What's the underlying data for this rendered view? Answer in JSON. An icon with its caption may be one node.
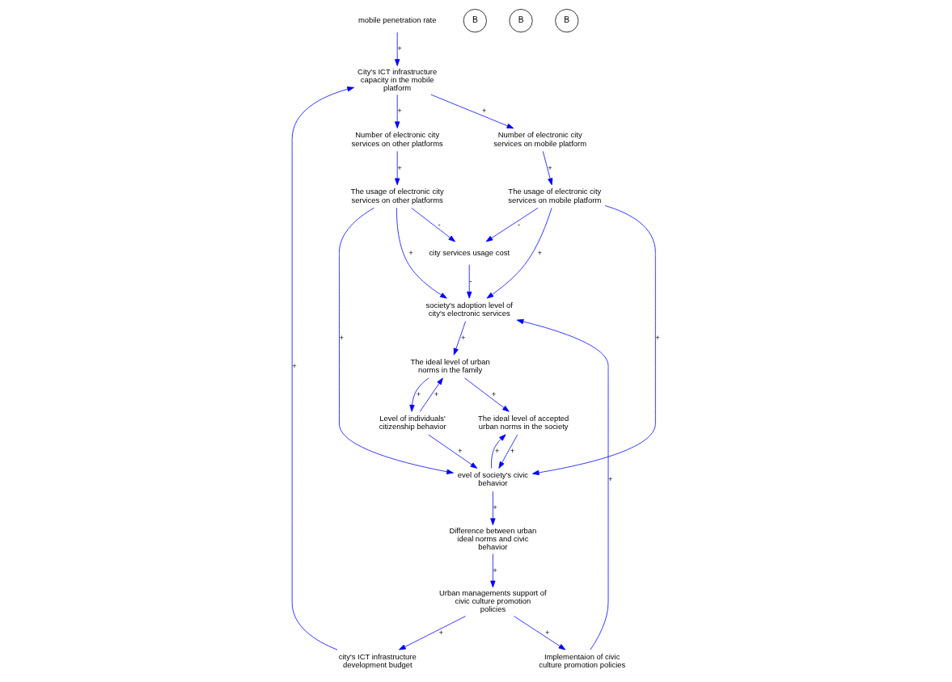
{
  "diagram": {
    "nodes": [
      {
        "text": [
          "mobile penetration rate"
        ]
      },
      {
        "text": [
          "City's ICT infrastructure capacity in the mobile platform"
        ]
      },
      {
        "text": [
          "Number of electronic city services on mobile platform"
        ]
      },
      {
        "text": [
          "Number of electronic city services on other platforms"
        ]
      },
      {
        "text": [
          "The usage of electronic city services on mobile platform"
        ]
      },
      {
        "text": [
          "The usage of electronic city services on other platforms"
        ]
      },
      {
        "text": [
          "city services usage cost"
        ]
      },
      {
        "text": [
          "society's adoption level of city's electronic services"
        ]
      },
      {
        "text": [
          "city's ICT infrastructure development budget"
        ]
      },
      {
        "text": [
          "Implementaion of civic culture promotion policies"
        ]
      },
      {
        "text": [
          "Urban managements support of civic culture promotion policies"
        ]
      },
      {
        "text": [
          "evel of society's civic behavior"
        ]
      },
      {
        "text": [
          "Difference between urban ideal norms and civic behavior"
        ]
      },
      {
        "text": [
          "The ideal level of urban norms in the family"
        ]
      },
      {
        "text": [
          "The ideal level of accepted urban norms in the society"
        ]
      },
      {
        "text": [
          "Level of individuals' citizenship behavior"
        ]
      }
    ],
    "edges": [
      {
        "from": 0,
        "to": 1,
        "arrow": "to",
        "label": "+"
      },
      {
        "from": 1,
        "to": 2,
        "arrow": "to",
        "label": "+"
      },
      {
        "from": 1,
        "to": 3,
        "arrow": "to",
        "label": "+"
      },
      {
        "from": 2,
        "to": 4,
        "arrow": "to",
        "label": "+"
      },
      {
        "from": 3,
        "to": 5,
        "arrow": "to",
        "label": "+"
      },
      {
        "from": 4,
        "to": 11,
        "arrow": "to",
        "label": "+"
      },
      {
        "from": 4,
        "to": 7,
        "arrow": "to",
        "label": "+"
      },
      {
        "from": 4,
        "to": 6,
        "arrow": "to",
        "label": "-"
      },
      {
        "from": 5,
        "to": 11,
        "arrow": "to",
        "label": "+"
      },
      {
        "from": 5,
        "to": 6,
        "arrow": "to",
        "label": "-"
      },
      {
        "from": 5,
        "to": 7,
        "arrow": "to",
        "label": "+"
      },
      {
        "from": 6,
        "to": 7,
        "arrow": "to",
        "label": "-"
      },
      {
        "from": 9,
        "to": 7,
        "arrow": "to",
        "label": "+"
      },
      {
        "from": 7,
        "to": 13,
        "arrow": "to",
        "label": "+"
      },
      {
        "from": 10,
        "to": 8,
        "arrow": "to",
        "label": "+"
      },
      {
        "from": 8,
        "to": 1,
        "arrow": "to",
        "label": "+"
      },
      {
        "from": 10,
        "to": 9,
        "arrow": "to",
        "label": "+"
      },
      {
        "from": 12,
        "to": 10,
        "arrow": "to",
        "label": "+"
      },
      {
        "from": 11,
        "to": 12,
        "arrow": "to",
        "label": "+"
      },
      {
        "from": 11,
        "to": 14,
        "arrow": "to",
        "label": "+"
      },
      {
        "from": 14,
        "to": 11,
        "arrow": "to",
        "label": "+"
      },
      {
        "from": 13,
        "to": 14,
        "arrow": "to",
        "label": "+"
      },
      {
        "from": 13,
        "to": 15,
        "arrow": "to",
        "label": "+"
      },
      {
        "from": 15,
        "to": 11,
        "arrow": "to",
        "label": "+"
      },
      {
        "from": 15,
        "to": 13,
        "arrow": "to",
        "label": "+"
      }
    ],
    "labels": [
      "B",
      "B",
      "B"
    ]
  }
}
